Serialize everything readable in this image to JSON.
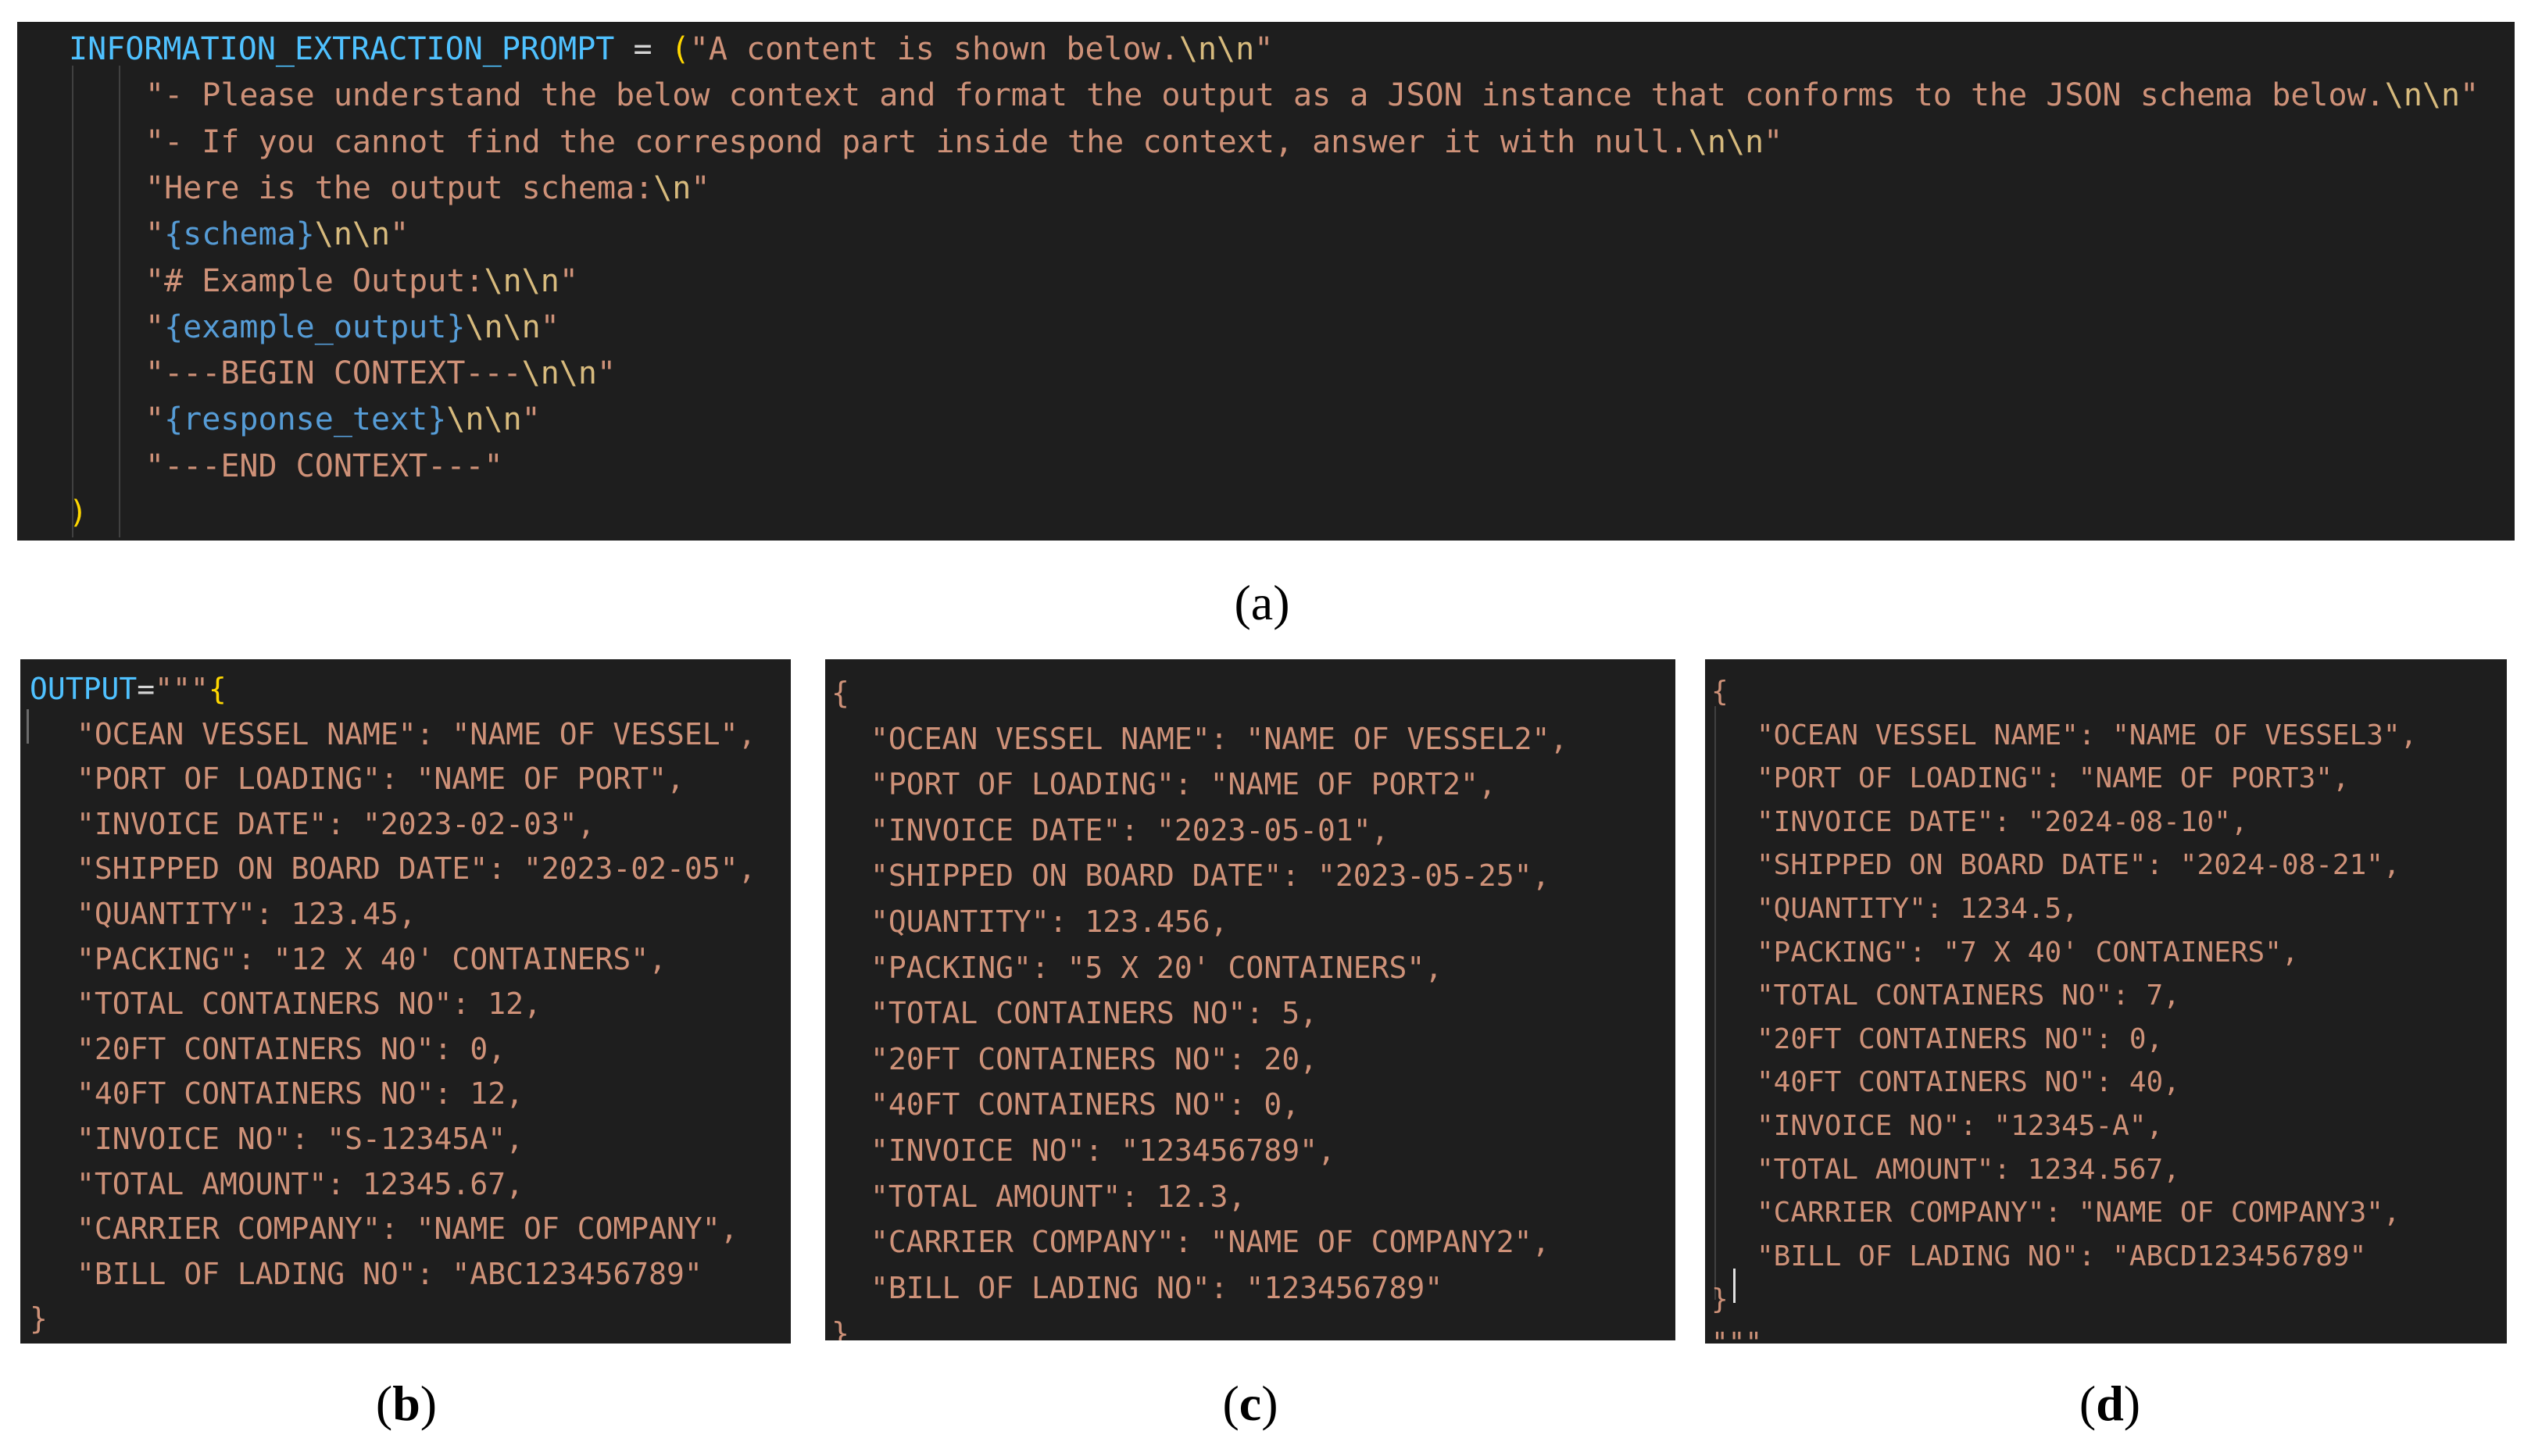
{
  "panel_a": {
    "caption": "(a)",
    "lines": [
      [
        [
          "var",
          "INFORMATION_EXTRACTION_PROMPT"
        ],
        [
          "op",
          " = "
        ],
        [
          "par",
          "("
        ],
        [
          "str",
          "\"A content is shown below."
        ],
        [
          "esc",
          "\\n\\n"
        ],
        [
          "str",
          "\""
        ]
      ],
      [
        [
          "str",
          "\"- Please understand the below context and format the output as a JSON instance that conforms to the JSON schema below."
        ],
        [
          "esc",
          "\\n\\n"
        ],
        [
          "str",
          "\""
        ]
      ],
      [
        [
          "str",
          "\"- If you cannot find the correspond part inside the context, answer it with null."
        ],
        [
          "esc",
          "\\n\\n"
        ],
        [
          "str",
          "\""
        ]
      ],
      [
        [
          "str",
          "\"Here is the output schema:"
        ],
        [
          "esc",
          "\\n"
        ],
        [
          "str",
          "\""
        ]
      ],
      [
        [
          "str",
          "\""
        ],
        [
          "ph",
          "{schema}"
        ],
        [
          "esc",
          "\\n\\n"
        ],
        [
          "str",
          "\""
        ]
      ],
      [
        [
          "str",
          "\"# Example Output:"
        ],
        [
          "esc",
          "\\n\\n"
        ],
        [
          "str",
          "\""
        ]
      ],
      [
        [
          "str",
          "\""
        ],
        [
          "ph",
          "{example_output}"
        ],
        [
          "esc",
          "\\n\\n"
        ],
        [
          "str",
          "\""
        ]
      ],
      [
        [
          "str",
          "\"---BEGIN CONTEXT---"
        ],
        [
          "esc",
          "\\n\\n"
        ],
        [
          "str",
          "\""
        ]
      ],
      [
        [
          "str",
          "\""
        ],
        [
          "ph",
          "{response_text}"
        ],
        [
          "esc",
          "\\n\\n"
        ],
        [
          "str",
          "\""
        ]
      ],
      [
        [
          "str",
          "\"---END CONTEXT---\""
        ]
      ],
      [
        [
          "par",
          ")"
        ]
      ]
    ]
  },
  "panel_b": {
    "caption_letter": "b",
    "lines": [
      [
        [
          "var",
          "OUTPUT"
        ],
        [
          "op",
          "="
        ],
        [
          "str",
          "\"\"\""
        ],
        [
          "par",
          "{"
        ]
      ],
      [
        [
          "str",
          "\"OCEAN VESSEL NAME\": \"NAME OF VESSEL\","
        ]
      ],
      [
        [
          "str",
          "\"PORT OF LOADING\": \"NAME OF PORT\","
        ]
      ],
      [
        [
          "str",
          "\"INVOICE DATE\": \"2023-02-03\","
        ]
      ],
      [
        [
          "str",
          "\"SHIPPED ON BOARD DATE\": \"2023-02-05\","
        ]
      ],
      [
        [
          "str",
          "\"QUANTITY\": 123.45,"
        ]
      ],
      [
        [
          "str",
          "\"PACKING\": \"12 X 40' CONTAINERS\","
        ]
      ],
      [
        [
          "str",
          "\"TOTAL CONTAINERS NO\": 12,"
        ]
      ],
      [
        [
          "str",
          "\"20FT CONTAINERS NO\": 0,"
        ]
      ],
      [
        [
          "str",
          "\"40FT CONTAINERS NO\": 12,"
        ]
      ],
      [
        [
          "str",
          "\"INVOICE NO\": \"S-12345A\","
        ]
      ],
      [
        [
          "str",
          "\"TOTAL AMOUNT\": 12345.67,"
        ]
      ],
      [
        [
          "str",
          "\"CARRIER COMPANY\": \"NAME OF COMPANY\","
        ]
      ],
      [
        [
          "str",
          "\"BILL OF LADING NO\": \"ABC123456789\""
        ]
      ],
      [
        [
          "br",
          "}"
        ]
      ]
    ]
  },
  "panel_c": {
    "caption_letter": "c",
    "lines": [
      [
        [
          "br",
          "{"
        ]
      ],
      [
        [
          "str",
          "\"OCEAN VESSEL NAME\": \"NAME OF VESSEL2\","
        ]
      ],
      [
        [
          "str",
          "\"PORT OF LOADING\": \"NAME OF PORT2\","
        ]
      ],
      [
        [
          "str",
          "\"INVOICE DATE\": \"2023-05-01\","
        ]
      ],
      [
        [
          "str",
          "\"SHIPPED ON BOARD DATE\": \"2023-05-25\","
        ]
      ],
      [
        [
          "str",
          "\"QUANTITY\": 123.456,"
        ]
      ],
      [
        [
          "str",
          "\"PACKING\": \"5 X 20' CONTAINERS\","
        ]
      ],
      [
        [
          "str",
          "\"TOTAL CONTAINERS NO\": 5,"
        ]
      ],
      [
        [
          "str",
          "\"20FT CONTAINERS NO\": 20,"
        ]
      ],
      [
        [
          "str",
          "\"40FT CONTAINERS NO\": 0,"
        ]
      ],
      [
        [
          "str",
          "\"INVOICE NO\": \"123456789\","
        ]
      ],
      [
        [
          "str",
          "\"TOTAL AMOUNT\": 12.3,"
        ]
      ],
      [
        [
          "str",
          "\"CARRIER COMPANY\": \"NAME OF COMPANY2\","
        ]
      ],
      [
        [
          "str",
          "\"BILL OF LADING NO\": \"123456789\""
        ]
      ],
      [
        [
          "br",
          "}"
        ]
      ]
    ]
  },
  "panel_d": {
    "caption_letter": "d",
    "lines": [
      [
        [
          "br",
          "{"
        ]
      ],
      [
        [
          "str",
          "\"OCEAN VESSEL NAME\": \"NAME OF VESSEL3\","
        ]
      ],
      [
        [
          "str",
          "\"PORT OF LOADING\": \"NAME OF PORT3\","
        ]
      ],
      [
        [
          "str",
          "\"INVOICE DATE\": \"2024-08-10\","
        ]
      ],
      [
        [
          "str",
          "\"SHIPPED ON BOARD DATE\": \"2024-08-21\","
        ]
      ],
      [
        [
          "str",
          "\"QUANTITY\": 1234.5,"
        ]
      ],
      [
        [
          "str",
          "\"PACKING\": \"7 X 40' CONTAINERS\","
        ]
      ],
      [
        [
          "str",
          "\"TOTAL CONTAINERS NO\": 7,"
        ]
      ],
      [
        [
          "str",
          "\"20FT CONTAINERS NO\": 0,"
        ]
      ],
      [
        [
          "str",
          "\"40FT CONTAINERS NO\": 40,"
        ]
      ],
      [
        [
          "str",
          "\"INVOICE NO\": \"12345-A\","
        ]
      ],
      [
        [
          "str",
          "\"TOTAL AMOUNT\": 1234.567,"
        ]
      ],
      [
        [
          "str",
          "\"CARRIER COMPANY\": \"NAME OF COMPANY3\","
        ]
      ],
      [
        [
          "str",
          "\"BILL OF LADING NO\": \"ABCD123456789\""
        ]
      ],
      [
        [
          "br",
          "}"
        ]
      ],
      [
        [
          "str",
          "\"\"\""
        ]
      ]
    ]
  },
  "colors": {
    "background": "#1e1e1e",
    "variable": "#4fc1ff",
    "string": "#ce9178",
    "escape": "#d7ba7d",
    "placeholder": "#569cd6",
    "paren": "#ffd700"
  }
}
